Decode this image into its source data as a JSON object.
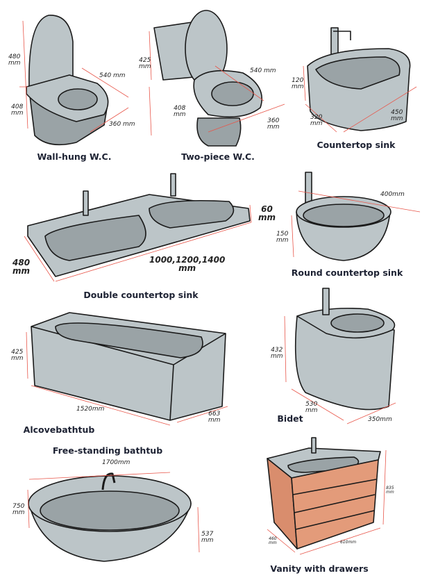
{
  "colors": {
    "fixture": "#bcc5c8",
    "fixture_dark": "#9aa3a6",
    "outline": "#1a1a1a",
    "dimension": "#e8564a",
    "wood": "#e39b7a"
  },
  "fixtures": [
    {
      "title": "Wall-hung W.C.",
      "dims": [
        "480\nmm",
        "408\nmm",
        "540 mm",
        "360 mm"
      ]
    },
    {
      "title": "Two-piece W.C.",
      "dims": [
        "425\nmm",
        "408\nmm",
        "540 mm",
        "360\nmm"
      ]
    },
    {
      "title": "Countertop sink",
      "dims": [
        "120\nmm",
        "320\nmm",
        "450\nmm"
      ]
    },
    {
      "title": "Double countertop sink",
      "dims": [
        "60\nmm",
        "480\nmm",
        "1000,1200,1400\nmm"
      ]
    },
    {
      "title": "Round countertop sink",
      "dims": [
        "400mm",
        "150\nmm"
      ]
    },
    {
      "title": "Alcovebathtub",
      "dims": [
        "425\nmm",
        "1520mm",
        "663\nmm"
      ]
    },
    {
      "title": "Bidet",
      "dims": [
        "432\nmm",
        "530\nmm",
        "350mm"
      ]
    },
    {
      "title": "Free-standing bathtub",
      "dims": [
        "1700mm",
        "750\nmm",
        "537\nmm"
      ]
    },
    {
      "title": "Vanity with drawers",
      "dims": [
        "835\nmm",
        "460\nmm",
        "610mm"
      ]
    }
  ]
}
